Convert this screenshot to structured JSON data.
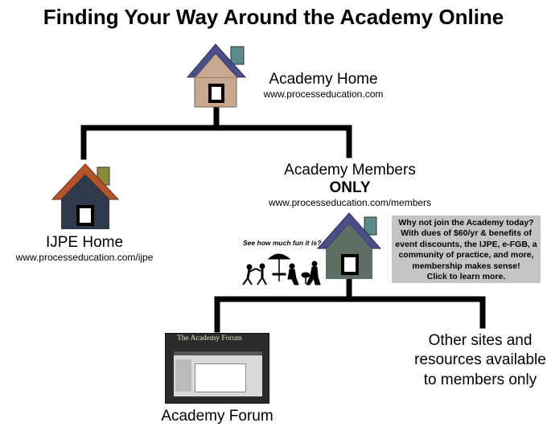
{
  "title": "Finding Your Way Around the Academy Online",
  "nodes": {
    "academy_home": {
      "name": "Academy Home",
      "url": "www.processeducation.com"
    },
    "ijpe_home": {
      "name": "IJPE Home",
      "url": "www.processeducation.com/ijpe"
    },
    "members": {
      "name": "Academy Members",
      "emphasis": "ONLY",
      "url": "www.processeducation.com/members"
    },
    "forum": {
      "name": "Academy Forum",
      "screenshot_title": "The Academy Forum"
    },
    "other": {
      "text": "Other sites and resources available to members only"
    }
  },
  "callout": {
    "question": "Why not join the Academy today?",
    "body": "With dues of $60/yr & benefits of event discounts, the IJPE, e-FGB, a community of practice, and more, membership makes sense!",
    "cta": "Click to learn more."
  },
  "fun_caption": "See how much fun it is?",
  "icons": [
    "house-icon",
    "people-icon",
    "umbrella-icon"
  ],
  "colors": {
    "roof_home": "#4a4f8a",
    "wall_home": "#c9a890",
    "roof_ijpe": "#b5542a",
    "wall_ijpe": "#2f3a4d",
    "wall_members": "#5e6e63",
    "callout_bg": "#c4c4c4"
  }
}
